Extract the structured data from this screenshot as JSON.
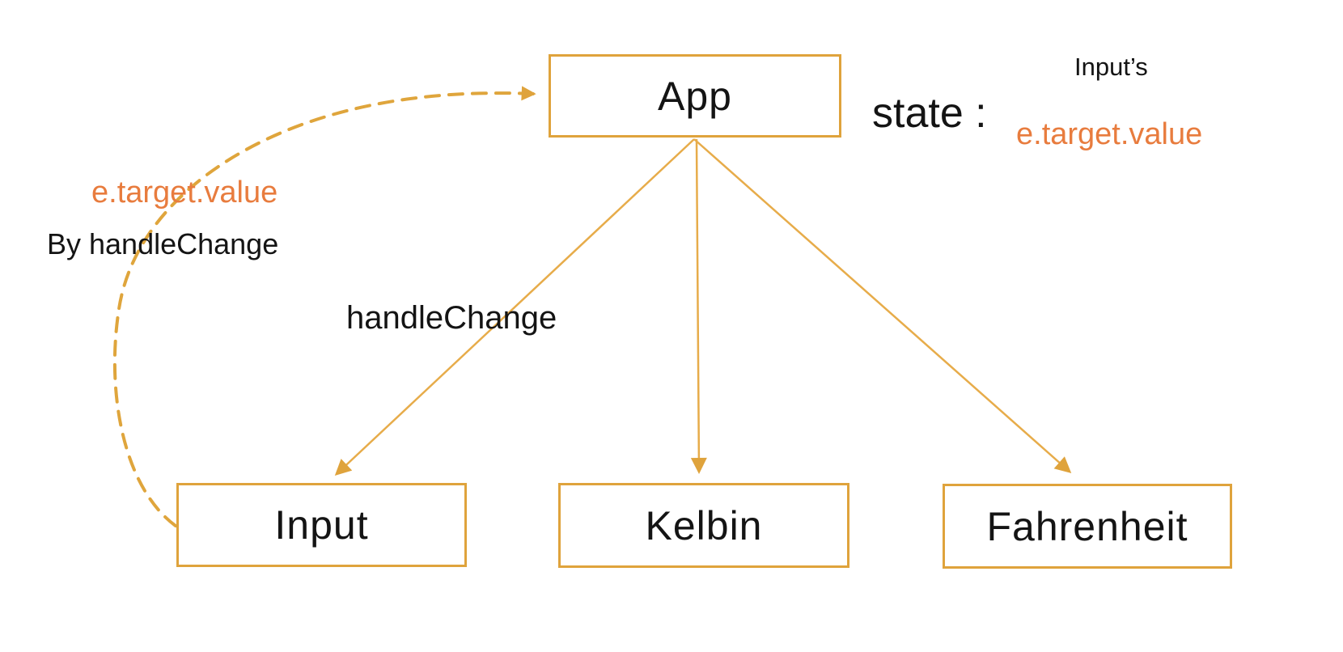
{
  "diagram": {
    "title": "React component data-flow diagram",
    "nodes": {
      "app": {
        "label": "App"
      },
      "input": {
        "label": "Input"
      },
      "kelbin": {
        "label": "Kelbin"
      },
      "fahrenheit": {
        "label": "Fahrenheit"
      }
    },
    "edges": [
      {
        "from": "app",
        "to": "input",
        "style": "solid",
        "label": "handleChange"
      },
      {
        "from": "app",
        "to": "kelbin",
        "style": "solid",
        "label": ""
      },
      {
        "from": "app",
        "to": "fahrenheit",
        "style": "solid",
        "label": ""
      },
      {
        "from": "input",
        "to": "app",
        "style": "dashed",
        "label": "e.target.value By handleChange"
      }
    ],
    "annotations": {
      "state_label": "state :",
      "state_sub_top": "Input’s",
      "state_sub_bottom": "e.target.value",
      "feedback_value": "e.target.value",
      "feedback_by": "By handleChange",
      "edge_label": "handleChange"
    },
    "colors": {
      "gold_border": "#dfa33c",
      "gold_line": "#e7ac4a",
      "orange_text": "#e87c3e",
      "black_text": "#141414",
      "background": "#ffffff"
    }
  }
}
